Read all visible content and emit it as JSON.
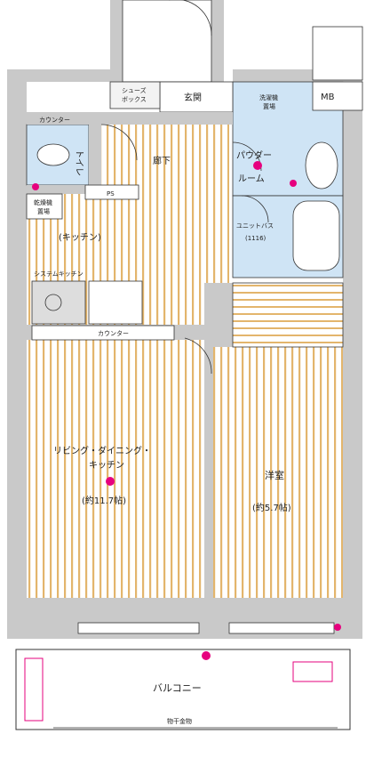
{
  "rooms": {
    "shoes_box": "シューズ\nボックス",
    "entrance": "玄関",
    "mb": "MB",
    "counter_top": "カウンター",
    "toilet": "トイレ",
    "hallway": "廊下",
    "laundry": "洗濯機\n置場",
    "powder_room": "パウダー\nルーム",
    "unit_bath": "ユニットバス\n(1116)",
    "ps": "PS",
    "washer_dryer": "乾燥機\n置場",
    "kitchen": "(キッチン)",
    "kitchen_detail": "システムキッチン",
    "counter_mid": "カウンター",
    "living": "リビング・ダイニング・\nキッチン",
    "living_size": "(約11.7帖)",
    "western": "洋室",
    "western_size": "(約5.7帖)",
    "balcony": "バルコニー",
    "balcony_note": "物干金物"
  },
  "colors": {
    "wall": "#c9c9c9",
    "floor_stripe": "#e3b56c",
    "wet_area": "#cfe4f5",
    "accent": "#e6007e",
    "outline": "#333333"
  }
}
